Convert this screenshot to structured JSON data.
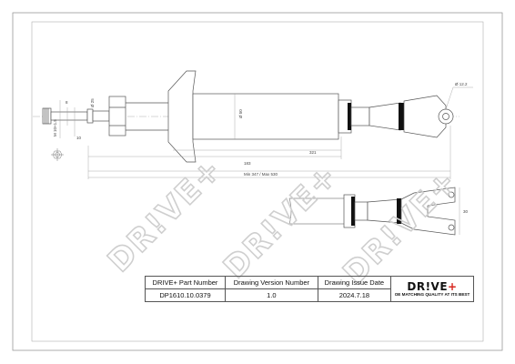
{
  "brand": {
    "watermark_text": "DR!VE+",
    "logo_text_left": "DR!VE",
    "logo_text_accent": "+",
    "tagline": "OE MATCHING QUALITY AT ITS BEST",
    "accent_color": "#d7261e"
  },
  "title_block": {
    "headers": [
      "DRIVE+ Part Number",
      "Drawing Version Number",
      "Drawing Issue Date"
    ],
    "values": [
      "DP1610.10.0379",
      "1.0",
      "2024.7.18"
    ]
  },
  "drawing": {
    "dimension_labels": {
      "thread": "M 10×1.5",
      "stud_len": "8",
      "left_small": "10",
      "shoulder": "Ø 25",
      "body_dia": "Ø 50",
      "eye": "Ø 12.2",
      "stroke": "183",
      "body_len": "321",
      "total": "Min 347 / Max 530",
      "fork_width": "30"
    }
  }
}
